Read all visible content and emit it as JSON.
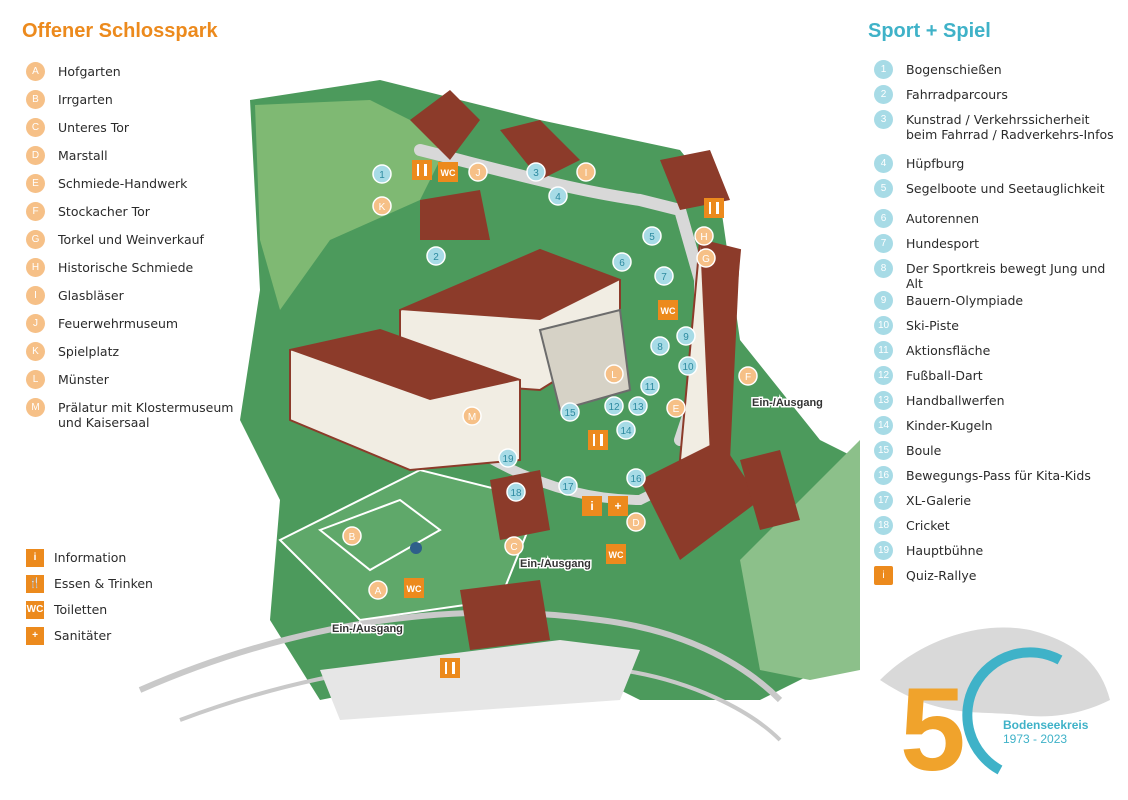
{
  "left_panel": {
    "title": "Offener Schlosspark",
    "items": [
      {
        "key": "A",
        "label": "Hofgarten"
      },
      {
        "key": "B",
        "label": "Irrgarten"
      },
      {
        "key": "C",
        "label": "Unteres Tor"
      },
      {
        "key": "D",
        "label": "Marstall"
      },
      {
        "key": "E",
        "label": "Schmiede-Handwerk"
      },
      {
        "key": "F",
        "label": "Stockacher Tor"
      },
      {
        "key": "G",
        "label": "Torkel und Weinverkauf"
      },
      {
        "key": "H",
        "label": "Historische Schmiede"
      },
      {
        "key": "I",
        "label": "Glasbläser"
      },
      {
        "key": "J",
        "label": "Feuerwehrmuseum"
      },
      {
        "key": "K",
        "label": "Spielplatz"
      },
      {
        "key": "L",
        "label": "Münster"
      },
      {
        "key": "M",
        "label": "Prälatur mit Klostermuseum und Kaisersaal"
      }
    ]
  },
  "symbols": [
    {
      "icon": "i",
      "label": "Information"
    },
    {
      "icon": "🍴",
      "label": "Essen & Trinken"
    },
    {
      "icon": "WC",
      "label": "Toiletten"
    },
    {
      "icon": "+",
      "label": "Sanitäter"
    }
  ],
  "right_panel": {
    "title": "Sport + Spiel",
    "items": [
      {
        "key": "1",
        "label": "Bogenschießen"
      },
      {
        "key": "2",
        "label": "Fahrradparcours"
      },
      {
        "key": "3",
        "label": "Kunstrad / Verkehrssicherheit beim Fahrrad / Radverkehrs-Infos"
      },
      {
        "key": "4",
        "label": "Hüpfburg"
      },
      {
        "key": "5",
        "label": "Segelboote und Seetauglichkeit"
      },
      {
        "key": "6",
        "label": "Autorennen"
      },
      {
        "key": "7",
        "label": "Hundesport"
      },
      {
        "key": "8",
        "label": "Der Sportkreis bewegt Jung und Alt"
      },
      {
        "key": "9",
        "label": "Bauern-Olympiade"
      },
      {
        "key": "10",
        "label": "Ski-Piste"
      },
      {
        "key": "11",
        "label": "Aktionsfläche"
      },
      {
        "key": "12",
        "label": "Fußball-Dart"
      },
      {
        "key": "13",
        "label": "Handballwerfen"
      },
      {
        "key": "14",
        "label": "Kinder-Kugeln"
      },
      {
        "key": "15",
        "label": "Boule"
      },
      {
        "key": "16",
        "label": "Bewegungs-Pass für Kita-Kids"
      },
      {
        "key": "17",
        "label": "XL-Galerie"
      },
      {
        "key": "18",
        "label": "Cricket"
      },
      {
        "key": "19",
        "label": "Hauptbühne"
      },
      {
        "key": "i",
        "label": "Quiz-Rallye"
      }
    ]
  },
  "map": {
    "exit_labels": [
      "Ein-/Ausgang",
      "Ein-/Ausgang",
      "Ein-/Ausgang"
    ],
    "letter_markers": [
      "A",
      "B",
      "C",
      "D",
      "E",
      "F",
      "G",
      "H",
      "I",
      "J",
      "K",
      "L",
      "M"
    ],
    "number_markers": [
      "1",
      "2",
      "3",
      "4",
      "5",
      "6",
      "7",
      "8",
      "9",
      "10",
      "11",
      "12",
      "13",
      "14",
      "15",
      "16",
      "17",
      "18",
      "19"
    ],
    "wc_label": "WC",
    "info_label": "i",
    "plus_label": "+"
  },
  "logo": {
    "number_5": "5",
    "name": "Bodenseekreis",
    "years": "1973 - 2023"
  },
  "colors": {
    "orange": "#ec8a1d",
    "orange_light": "#f6c087",
    "cyan": "#3fb2c8",
    "cyan_light": "#a7dbe6",
    "green": "#3f8a4e",
    "roof": "#8c3b2a"
  }
}
